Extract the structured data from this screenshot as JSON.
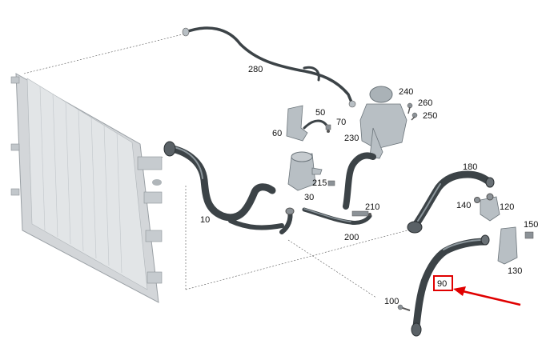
{
  "parts": {
    "p280": "280",
    "p240": "240",
    "p260": "260",
    "p250": "250",
    "p50": "50",
    "p70": "70",
    "p60": "60",
    "p230": "230",
    "p215": "215",
    "p30": "30",
    "p10": "10",
    "p210": "210",
    "p200": "200",
    "p180": "180",
    "p140": "140",
    "p120": "120",
    "p150": "150",
    "p130": "130",
    "p90": "90",
    "p100": "100"
  },
  "colors": {
    "highlight": "#e00000",
    "hose": "#3c4347",
    "radiator": "#d3d6d9",
    "part": "#b8bfc4"
  },
  "highlighted_part": "90"
}
